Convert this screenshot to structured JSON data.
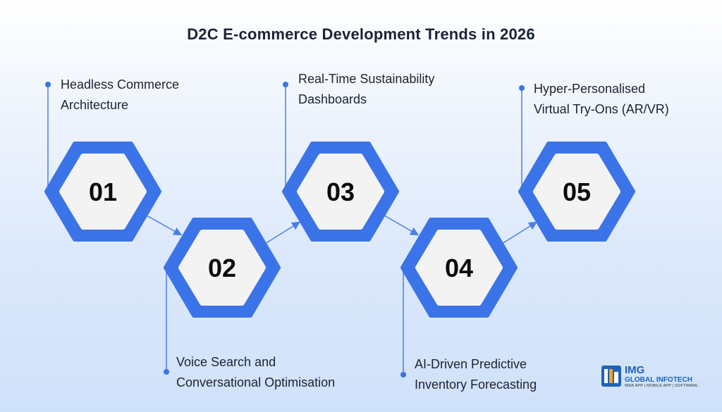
{
  "title": "D2C E-commerce Development Trends in 2026",
  "accent_color": "#3b73e8",
  "connector_color": "#4a7fe6",
  "steps": [
    {
      "number": "01",
      "label_lines": [
        "Headless Commerce",
        "Architecture"
      ]
    },
    {
      "number": "02",
      "label_lines": [
        "Voice Search and",
        "Conversational Optimisation"
      ]
    },
    {
      "number": "03",
      "label_lines": [
        "Real-Time Sustainability",
        "Dashboards"
      ]
    },
    {
      "number": "04",
      "label_lines": [
        "AI-Driven Predictive",
        "Inventory Forecasting"
      ]
    },
    {
      "number": "05",
      "label_lines": [
        "Hyper-Personalised",
        "Virtual Try-Ons (AR/VR)"
      ]
    }
  ],
  "logo": {
    "short": "IMG",
    "name": "GLOBAL INFOTECH",
    "tagline": "WEB APP | MOBILE APP | SOFTWARE"
  }
}
